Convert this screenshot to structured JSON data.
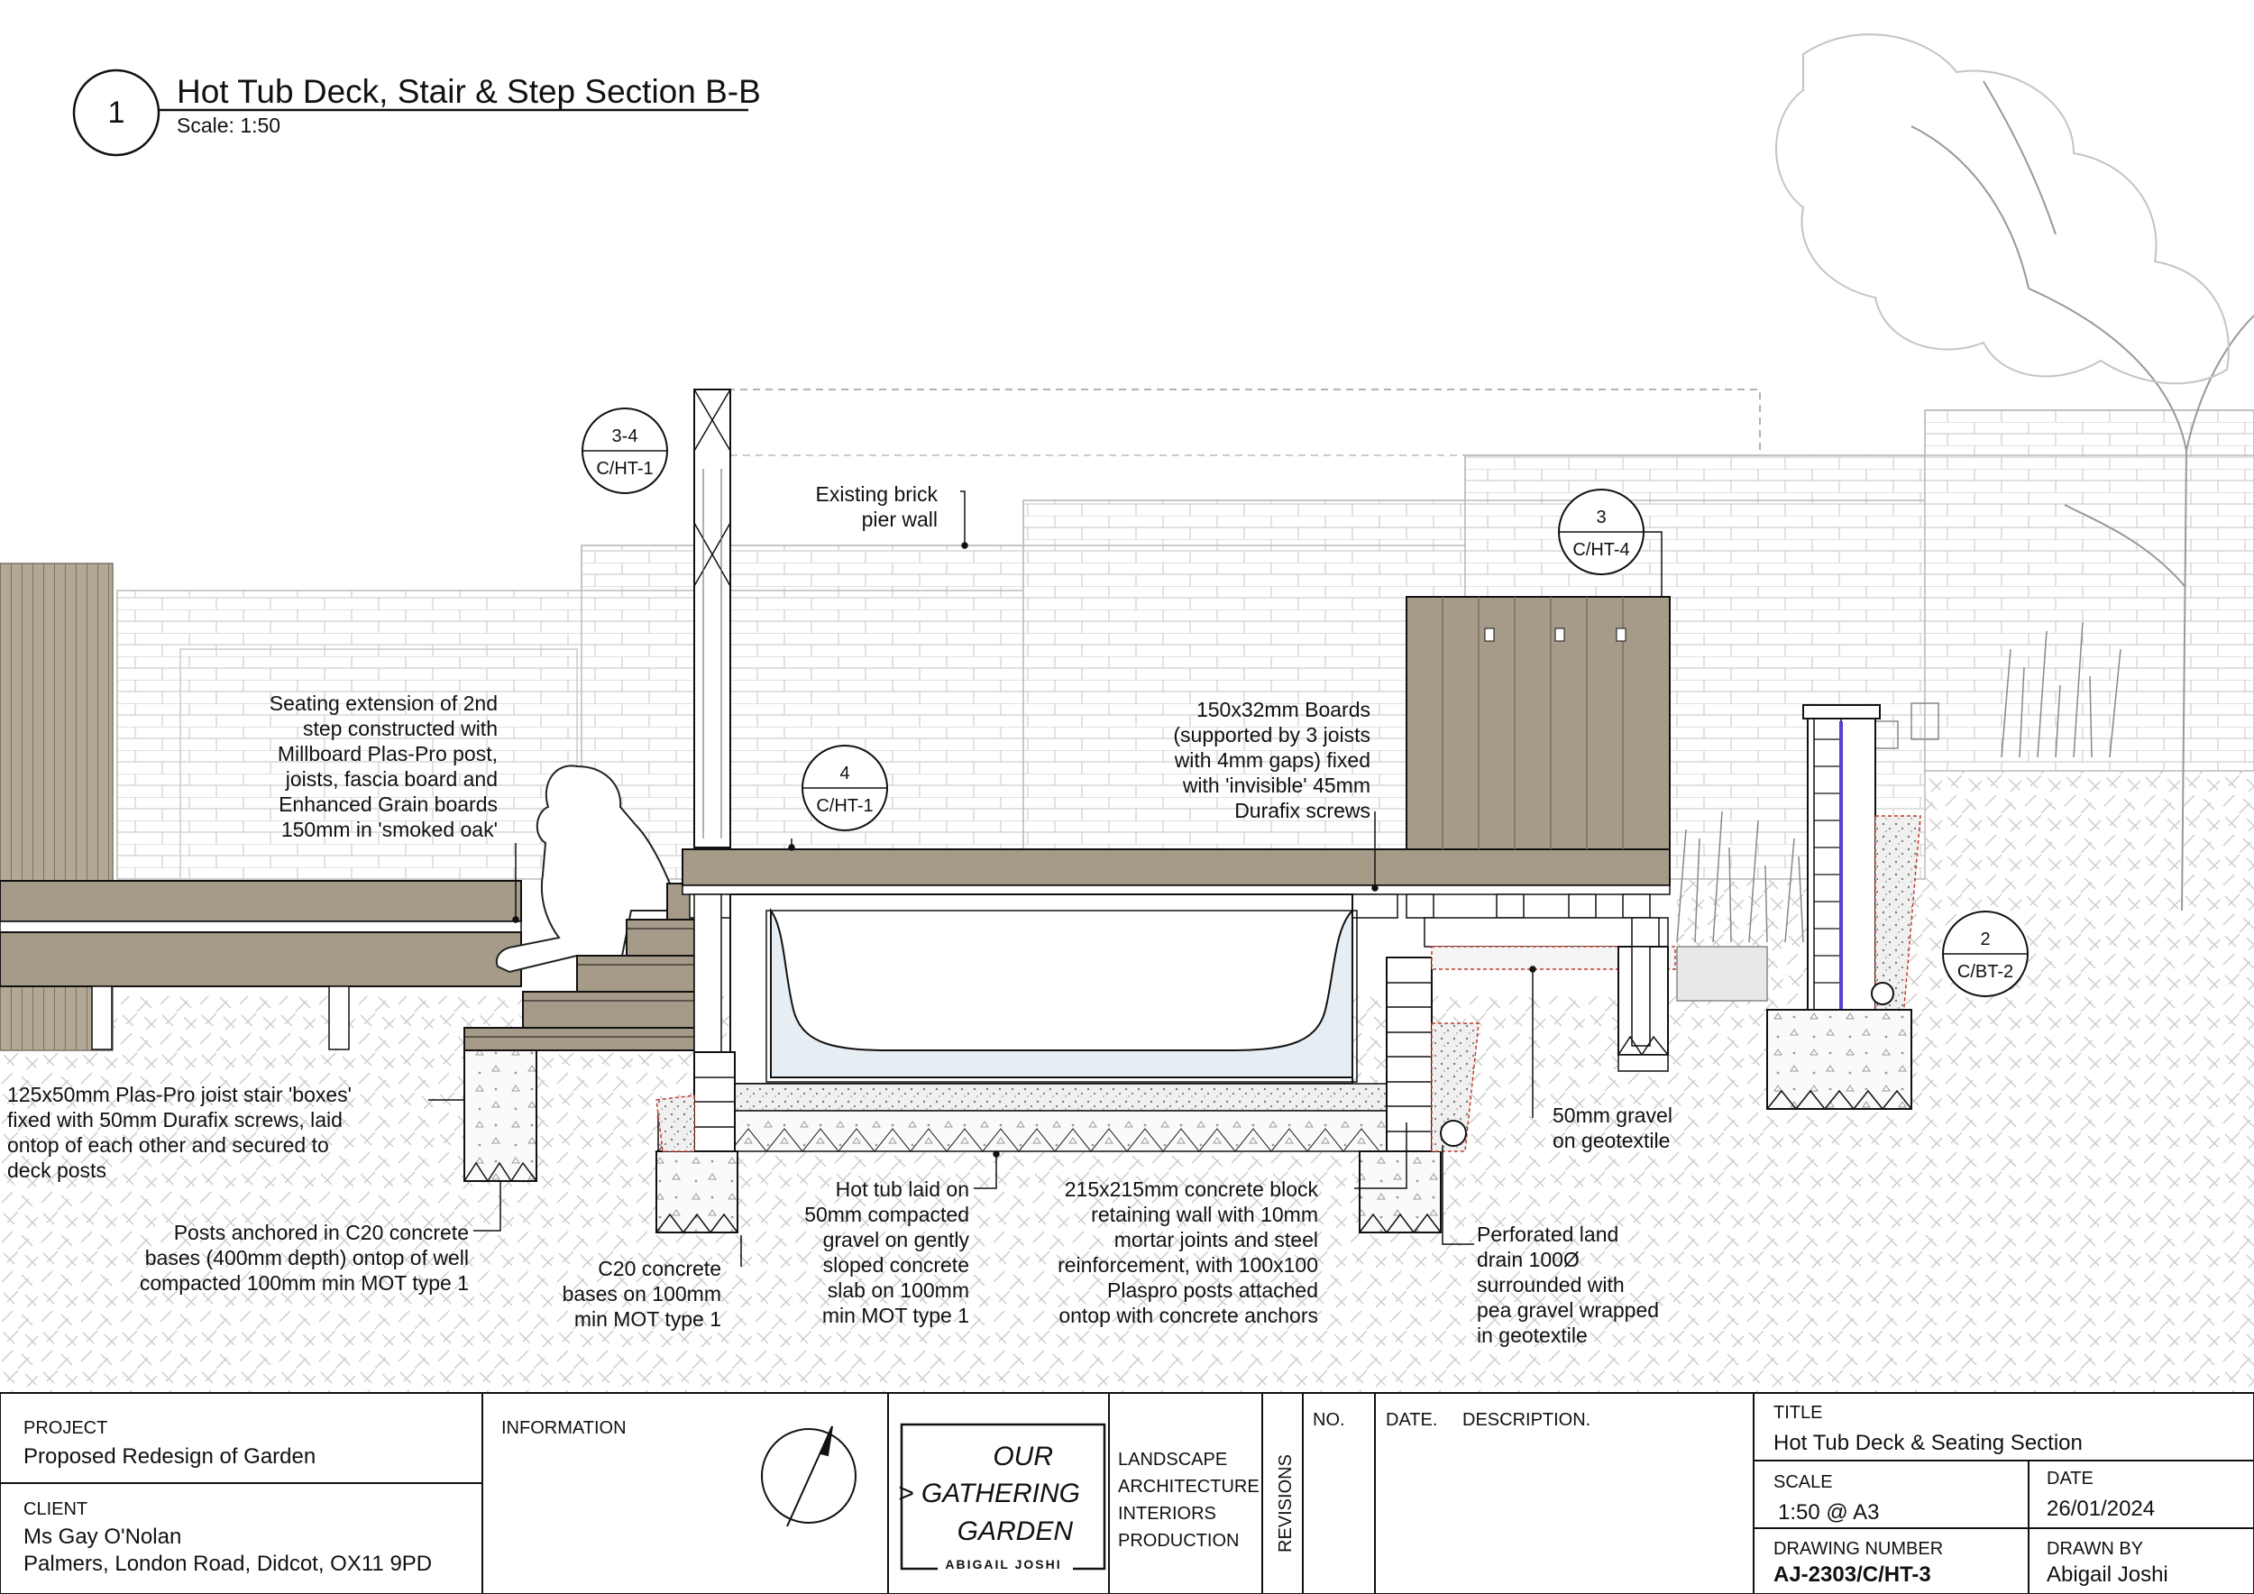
{
  "section": {
    "number": "1",
    "title": "Hot Tub Deck, Stair & Step Section B-B",
    "scale": "Scale: 1:50"
  },
  "callouts": [
    {
      "top": "3-4",
      "bottom": "C/HT-1"
    },
    {
      "top": "4",
      "bottom": "C/HT-1"
    },
    {
      "top": "3",
      "bottom": "C/HT-4"
    },
    {
      "top": "2",
      "bottom": "C/BT-2"
    }
  ],
  "annotations": {
    "brick_wall": [
      "Existing brick",
      "pier wall"
    ],
    "seating": [
      "Seating extension of 2nd",
      "step constructed with",
      "Millboard Plas-Pro post,",
      "joists, fascia board and",
      "Enhanced Grain boards",
      "150mm in 'smoked oak'"
    ],
    "boards": [
      "150x32mm Boards",
      "(supported by 3 joists",
      "with 4mm gaps) fixed",
      "with 'invisible' 45mm",
      "Durafix screws"
    ],
    "joist_stairs": [
      "125x50mm Plas-Pro joist stair 'boxes'",
      "fixed with 50mm Durafix screws, laid",
      "ontop of each other and secured to",
      "deck posts"
    ],
    "posts": [
      "Posts anchored in C20 concrete",
      "bases (400mm depth) ontop of well",
      "compacted 100mm min MOT type 1"
    ],
    "c20": [
      "C20 concrete",
      "bases on 100mm",
      "min MOT type 1"
    ],
    "hot_tub": [
      "Hot tub laid on",
      "50mm compacted",
      "gravel on gently",
      "sloped concrete",
      "slab on 100mm",
      "min MOT type 1"
    ],
    "block_wall": [
      "215x215mm concrete block",
      "retaining wall with 10mm",
      "mortar joints and steel",
      "reinforcement, with 100x100",
      "Plaspro posts attached",
      "ontop with concrete anchors"
    ],
    "gravel": [
      "50mm gravel",
      "on geotextile"
    ],
    "drain": [
      "Perforated land",
      "drain 100Ø",
      "surrounded with",
      "pea gravel wrapped",
      "in geotextile"
    ]
  },
  "title_block": {
    "project_label": "PROJECT",
    "project_value": "Proposed Redesign of Garden",
    "client_label": "CLIENT",
    "client_name": "Ms Gay O'Nolan",
    "client_address": "Palmers, London Road, Didcot, OX11 9PD",
    "information_label": "INFORMATION",
    "logo_lines": [
      "OUR",
      "> GATHERING",
      "GARDEN"
    ],
    "logo_sub": "ABIGAIL JOSHI",
    "services": [
      "LANDSCAPE",
      "ARCHITECTURE",
      "INTERIORS",
      "PRODUCTION"
    ],
    "revisions_label": "REVISIONS",
    "rev_no": "NO.",
    "rev_date": "DATE.",
    "rev_desc": "DESCRIPTION.",
    "title_label": "TITLE",
    "title_value": "Hot Tub Deck & Seating Section",
    "scale_label": "SCALE",
    "scale_value": "1:50 @ A3",
    "date_label": "DATE",
    "date_value": "26/01/2024",
    "drawing_number_label": "DRAWING NUMBER",
    "drawing_number_value": "AJ-2303/C/HT-3",
    "drawn_by_label": "DRAWN BY",
    "drawn_by_value": "Abigail Joshi"
  },
  "colors": {
    "deck": "#a69a89",
    "water": "#e6eef4",
    "line": "#111111",
    "hatch": "#c8c8c8",
    "red": "#c0392b"
  }
}
